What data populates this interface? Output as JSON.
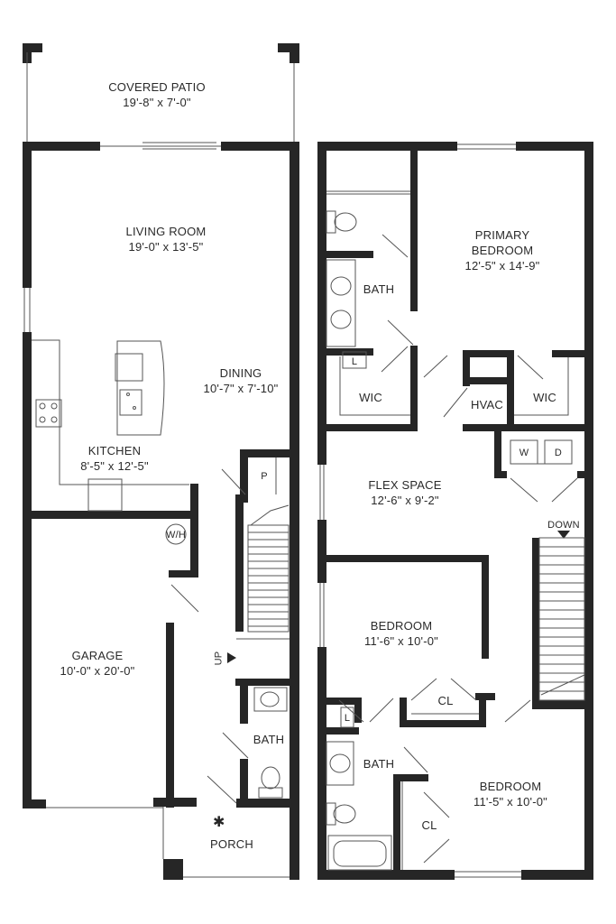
{
  "rooms": {
    "covered_patio": {
      "name": "COVERED PATIO",
      "dims": "19'-8\" x 7'-0\""
    },
    "living_room": {
      "name": "LIVING ROOM",
      "dims": "19'-0\" x 13'-5\""
    },
    "dining": {
      "name": "DINING",
      "dims": "10'-7\" x 7'-10\""
    },
    "kitchen": {
      "name": "KITCHEN",
      "dims": "8'-5\" x 12'-5\""
    },
    "garage": {
      "name": "GARAGE",
      "dims": "10'-0\" x 20'-0\""
    },
    "porch": {
      "name": "PORCH"
    },
    "bath_down": {
      "name": "BATH"
    },
    "primary_bedroom": {
      "name1": "PRIMARY",
      "name2": "BEDROOM",
      "dims": "12'-5\" x 14'-9\""
    },
    "bath_primary": {
      "name": "BATH"
    },
    "wic_left": {
      "name": "WIC"
    },
    "wic_right": {
      "name": "WIC"
    },
    "hvac": {
      "name": "HVAC"
    },
    "flex_space": {
      "name": "FLEX SPACE",
      "dims": "12'-6\" x 9'-2\""
    },
    "bedroom_a": {
      "name": "BEDROOM",
      "dims": "11'-6\" x 10'-0\""
    },
    "bedroom_b": {
      "name": "BEDROOM",
      "dims": "11'-5\" x 10'-0\""
    },
    "bath_upper": {
      "name": "BATH"
    },
    "closet_a": {
      "name": "CL"
    },
    "closet_b": {
      "name": "CL"
    }
  },
  "markers": {
    "water_heater": "W/H",
    "pantry": "P",
    "up": "UP",
    "down": "DOWN",
    "linen_primary": "L",
    "linen_upper": "L",
    "washer": "W",
    "dryer": "D"
  },
  "colors": {
    "wall": "#262626",
    "fixture": "#555555",
    "background": "#ffffff"
  }
}
